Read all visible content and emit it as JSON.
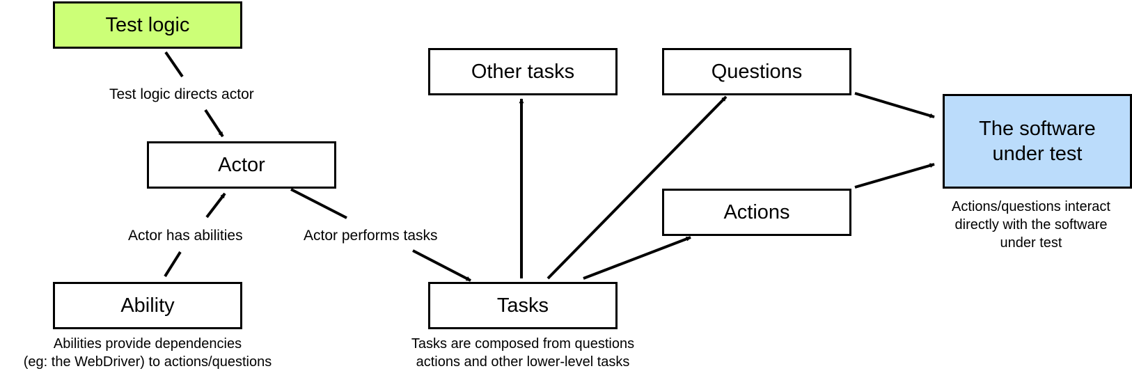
{
  "nodes": {
    "test_logic": "Test logic",
    "actor": "Actor",
    "ability": "Ability",
    "other_tasks": "Other tasks",
    "tasks": "Tasks",
    "questions": "Questions",
    "actions": "Actions",
    "software_line1": "The software",
    "software_line2": "under test"
  },
  "edge_labels": {
    "test_logic_directs": "Test logic directs actor",
    "actor_has_abilities": "Actor has abilities",
    "actor_performs_tasks": "Actor performs tasks"
  },
  "captions": {
    "ability": [
      "Abilities provide dependencies",
      "(eg: the WebDriver) to actions/questions"
    ],
    "tasks": [
      "Tasks are composed from questions",
      "actions and other lower-level tasks"
    ],
    "software": [
      "Actions/questions interact",
      "directly with the software",
      "under test"
    ]
  },
  "colors": {
    "test_logic_fill": "#ccff77",
    "software_fill": "#bbdcfb",
    "stroke": "#000000"
  }
}
